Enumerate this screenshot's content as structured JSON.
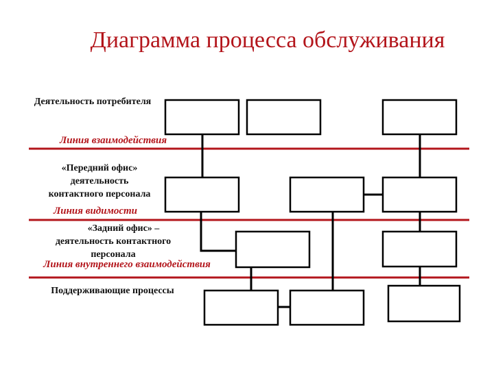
{
  "title": "Диаграмма процесса обслуживания",
  "colors": {
    "line": "#b3151b",
    "box": "#000000",
    "label": "#111111",
    "line_label": "#b3151b"
  },
  "labels": {
    "customer_actions": "Деятельность потребителя",
    "interaction_line": "Линия взаимодействия",
    "front_office_1": "«Передний офис»",
    "front_office_2": "деятельность",
    "front_office_3": "контактного персонала",
    "visibility_line": "Линия видимости",
    "back_office_1": "«Задний офис» –",
    "back_office_2": "деятельность контактного",
    "back_office_3": "персонала",
    "internal_line": "Линия внутреннего взаимодействия",
    "support": "Поддерживающие процессы"
  }
}
